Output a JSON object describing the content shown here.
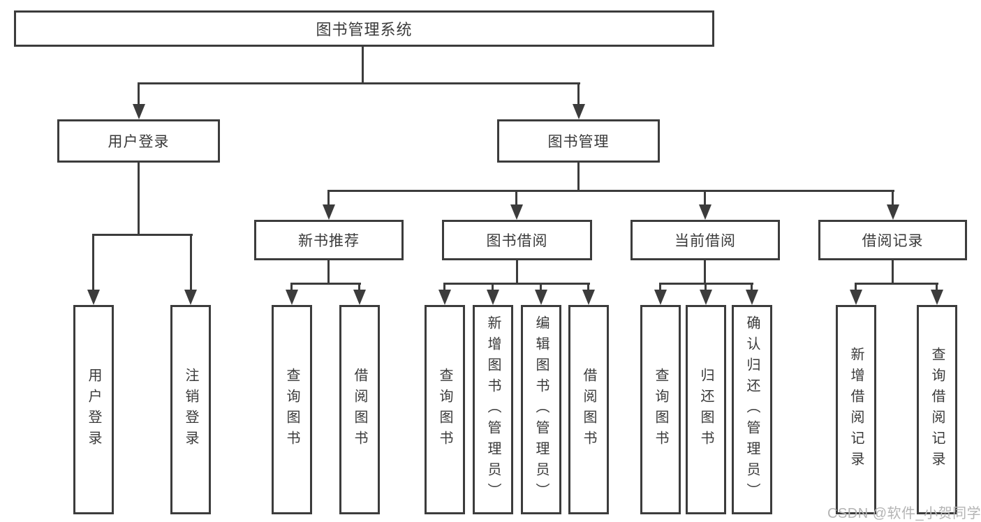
{
  "diagram_title": "图书管理系统",
  "tree": {
    "label": "图书管理系统",
    "children": [
      {
        "label": "用户登录",
        "children": [
          {
            "label": "用户登录"
          },
          {
            "label": "注销登录"
          }
        ]
      },
      {
        "label": "图书管理",
        "children": [
          {
            "label": "新书推荐",
            "children": [
              {
                "label": "查询图书"
              },
              {
                "label": "借阅图书"
              }
            ]
          },
          {
            "label": "图书借阅",
            "children": [
              {
                "label": "查询图书"
              },
              {
                "label": "新增图书（管理员）"
              },
              {
                "label": "编辑图书（管理员）"
              },
              {
                "label": "借阅图书"
              }
            ]
          },
          {
            "label": "当前借阅",
            "children": [
              {
                "label": "查询图书"
              },
              {
                "label": "归还图书"
              },
              {
                "label": "确认归还（管理员）"
              }
            ]
          },
          {
            "label": "借阅记录",
            "children": [
              {
                "label": "新增借阅记录"
              },
              {
                "label": "查询借阅记录"
              }
            ]
          }
        ]
      }
    ]
  },
  "watermark": {
    "text": "CSDN @软件_小贺同学"
  },
  "colors": {
    "line": "#3c3c3c",
    "text": "#3a3a3a",
    "watermark": "#b4b4b4",
    "background": "#ffffff"
  }
}
